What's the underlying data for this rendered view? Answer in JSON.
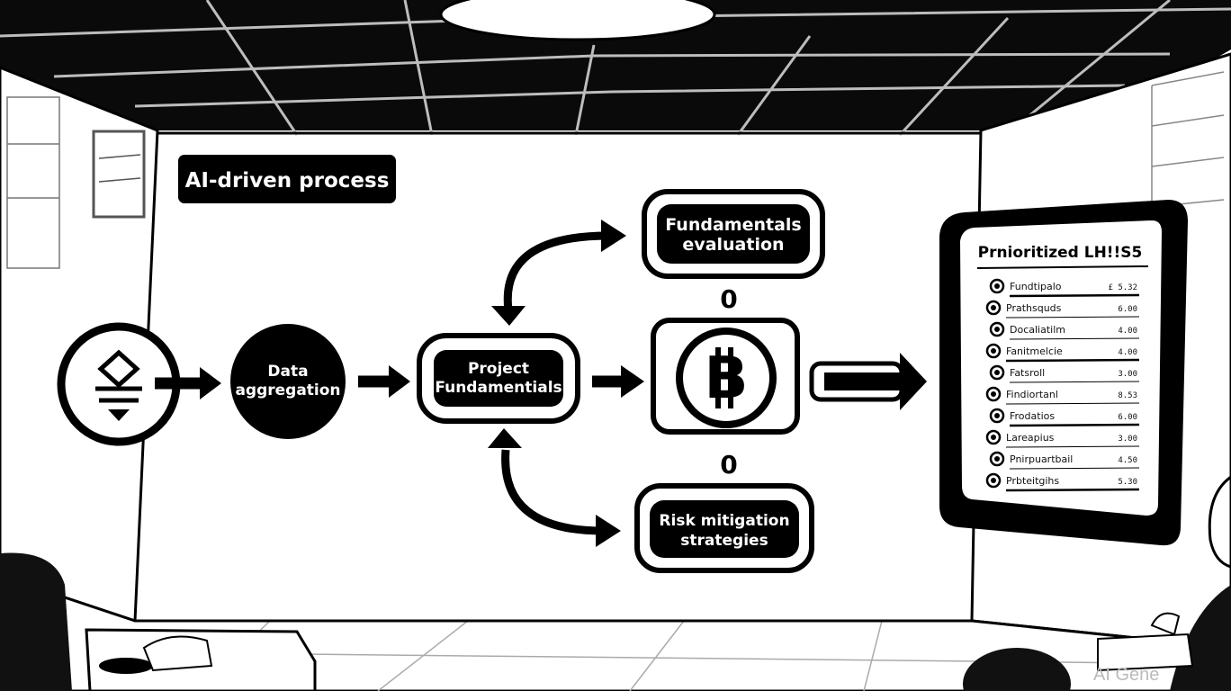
{
  "header": {
    "badge_text": "AI-driven process"
  },
  "flow": {
    "start_icon": "stacked-chevron-logo-icon",
    "data_aggregation": [
      "Data",
      "aggregation"
    ],
    "project_fundamentals": [
      "Project",
      "Fundamentials"
    ],
    "fundamentals_evaluation": [
      "Fundamentals",
      "evaluation"
    ],
    "risk_mitigation": [
      "Risk mitigation",
      "strategies"
    ],
    "center_icon": "bitcoin-icon",
    "connector_top": "0",
    "connector_bottom": "0"
  },
  "tablet": {
    "title": "Prnioritized LH!!S5",
    "rows": [
      {
        "label": "Fundtipalo",
        "value": "£ 5.32"
      },
      {
        "label": "Prathsquds",
        "value": "6.00"
      },
      {
        "label": "Docaliatilm",
        "value": "4.00"
      },
      {
        "label": "Fanitmelcie",
        "value": "4.00"
      },
      {
        "label": "Fatsroll",
        "value": "3.00"
      },
      {
        "label": "Findiortanl",
        "value": "8.53"
      },
      {
        "label": "Frodatios",
        "value": "6.00"
      },
      {
        "label": "Lareapius",
        "value": "3.00"
      },
      {
        "label": "Pnirpuartbail",
        "value": "4.50"
      },
      {
        "label": "Prbteitgihs",
        "value": "5.30"
      }
    ]
  },
  "watermark": "AI Gene",
  "colors": {
    "ink": "#000000",
    "paper": "#ffffff",
    "ceiling": "#0a0a0a"
  }
}
